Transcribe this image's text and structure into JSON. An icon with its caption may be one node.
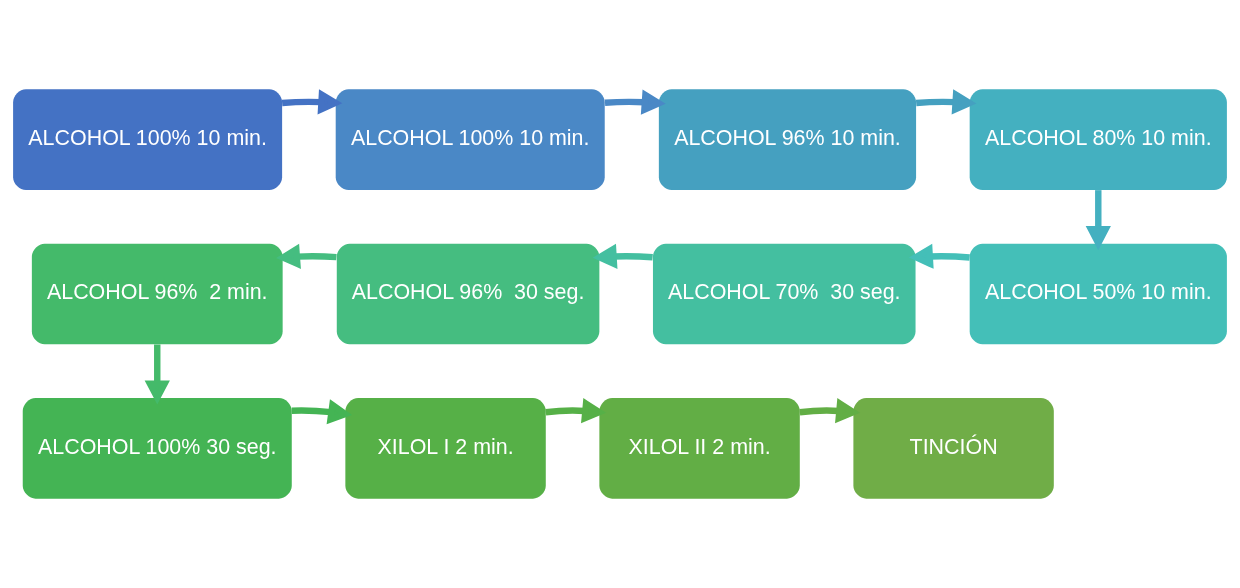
{
  "diagram": {
    "nodes": [
      {
        "text": [
          "ALCOHOL 100% 10 min."
        ]
      },
      {
        "text": [
          "ALCOHOL 100% 10 min."
        ]
      },
      {
        "text": [
          "ALCOHOL 96% 10 min."
        ]
      },
      {
        "text": [
          "ALCOHOL 80% 10 min."
        ]
      },
      {
        "text": [
          "ALCOHOL 50% 10 min."
        ]
      },
      {
        "text": [
          "ALCOHOL 70%  30 seg."
        ]
      },
      {
        "text": [
          "ALCOHOL 96%  30 seg."
        ]
      },
      {
        "text": [
          "ALCOHOL 96%  2 min."
        ]
      },
      {
        "text": [
          "ALCOHOL 100% 30 seg."
        ]
      },
      {
        "text": [
          "XILOL I 2 min."
        ]
      },
      {
        "text": [
          "XILOL II 2 min."
        ]
      },
      {
        "text": [
          "TINCIÓN"
        ]
      }
    ],
    "edges": [
      {
        "from": 0,
        "to": 1,
        "arrow": "to",
        "color": "#4472c4"
      },
      {
        "from": 1,
        "to": 2,
        "arrow": "to",
        "color": "#4a88c6"
      },
      {
        "from": 2,
        "to": 3,
        "arrow": "to",
        "color": "#45a0c0"
      },
      {
        "from": 3,
        "to": 4,
        "arrow": "to",
        "color": "#44b0c0"
      },
      {
        "from": 4,
        "to": 5,
        "arrow": "to",
        "color": "#44bfb8"
      },
      {
        "from": 5,
        "to": 6,
        "arrow": "to",
        "color": "#44bfa0"
      },
      {
        "from": 6,
        "to": 7,
        "arrow": "to",
        "color": "#45bd80"
      },
      {
        "from": 7,
        "to": 8,
        "arrow": "to",
        "color": "#44ba6a"
      },
      {
        "from": 8,
        "to": 9,
        "arrow": "to",
        "color": "#44b454"
      },
      {
        "from": 9,
        "to": 10,
        "arrow": "to",
        "color": "#56b047"
      },
      {
        "from": 10,
        "to": 11,
        "arrow": "to",
        "color": "#62ae45"
      }
    ]
  }
}
